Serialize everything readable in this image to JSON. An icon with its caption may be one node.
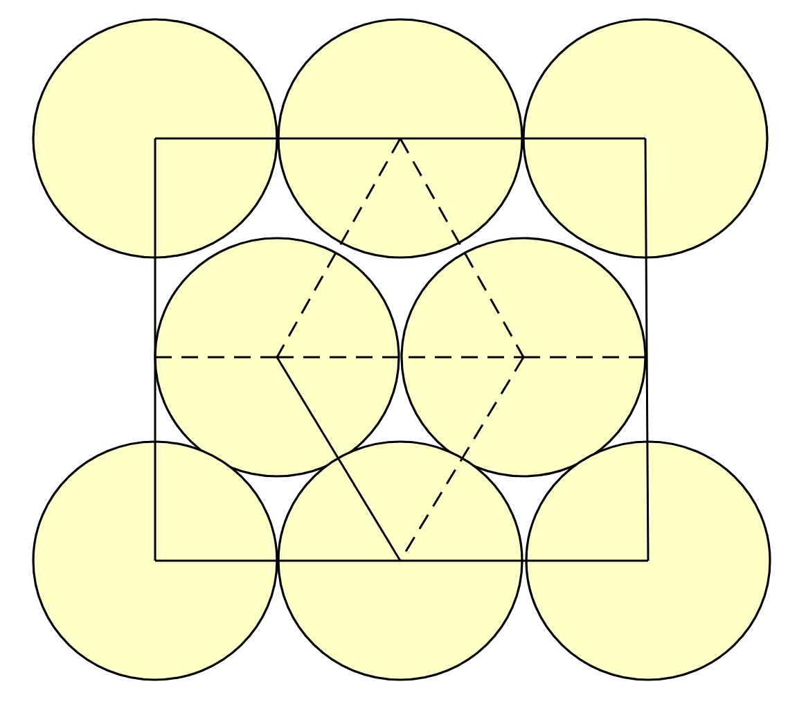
{
  "diagram": {
    "nodes": [
      {
        "text": [],
        "shape": "circle"
      },
      {
        "text": [],
        "shape": "circle"
      },
      {
        "text": [],
        "shape": "circle"
      },
      {
        "text": [],
        "shape": "circle"
      },
      {
        "text": [],
        "shape": "circle"
      },
      {
        "text": [],
        "shape": "circle"
      },
      {
        "text": [],
        "shape": "circle"
      },
      {
        "text": [],
        "shape": "circle"
      }
    ],
    "edges": [
      {
        "from": 0,
        "to": 1,
        "arrow": "none"
      },
      {
        "from": 1,
        "to": 2,
        "arrow": "none"
      },
      {
        "from": 2,
        "to": 7,
        "arrow": "none"
      },
      {
        "from": 7,
        "to": 6,
        "arrow": "none"
      },
      {
        "from": 6,
        "to": 5,
        "arrow": "none"
      },
      {
        "from": 5,
        "to": 0,
        "arrow": "none"
      },
      {
        "from": 1,
        "to": 3,
        "arrow": "none",
        "style": "dashed"
      },
      {
        "from": 1,
        "to": 4,
        "arrow": "none",
        "style": "dashed"
      },
      {
        "from": 3,
        "to": 4,
        "arrow": "none",
        "style": "dashed"
      },
      {
        "from": 4,
        "to": 6,
        "arrow": "none",
        "style": "dashed"
      },
      {
        "from": 3,
        "to": 6,
        "arrow": "none"
      }
    ]
  }
}
